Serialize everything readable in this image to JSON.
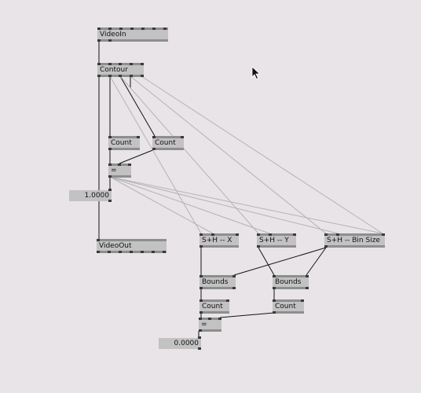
{
  "patch": {
    "nodes": {
      "videoin": {
        "label": "VideoIn"
      },
      "contour": {
        "label": "Contour"
      },
      "count_a": {
        "label": "Count"
      },
      "count_b": {
        "label": "Count"
      },
      "equals_a": {
        "label": "="
      },
      "videoout": {
        "label": "VideoOut"
      },
      "sh_x": {
        "label": "S+H -- X"
      },
      "sh_y": {
        "label": "S+H -- Y"
      },
      "sh_bin": {
        "label": "S+H -- Bin Size"
      },
      "bounds_a": {
        "label": "Bounds"
      },
      "bounds_b": {
        "label": "Bounds"
      },
      "count_c": {
        "label": "Count"
      },
      "count_d": {
        "label": "Count"
      },
      "equals_b": {
        "label": "="
      }
    },
    "iobox_a": {
      "value": "1.0000"
    },
    "iobox_b": {
      "value": "0.0000"
    }
  },
  "colors": {
    "background": "#e8e4e8",
    "node_fill": "#c2c2c2",
    "node_border": "#8e8e8e",
    "pin": "#3a3a3a",
    "wire_strong": "#141414",
    "wire_faint": "#b4b4b4"
  },
  "icons": {
    "cursor": "mouse-pointer-icon"
  }
}
